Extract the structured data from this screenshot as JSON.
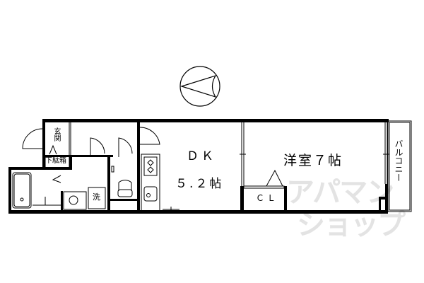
{
  "floorplan": {
    "rooms": {
      "entrance": "玄関",
      "shoe_box": "下駄箱",
      "washer": "洗",
      "dk_name": "ＤＫ",
      "dk_size": "５.２帖",
      "western_room": "洋室７帖",
      "closet": "ＣＬ",
      "balcony": "バルコニー"
    },
    "compass_icon": "north-arrow-compass",
    "watermark": {
      "line1": "アパマン",
      "line2": "ショップ"
    },
    "colors": {
      "line": "#000000",
      "watermark": "#e3e3e3"
    }
  }
}
